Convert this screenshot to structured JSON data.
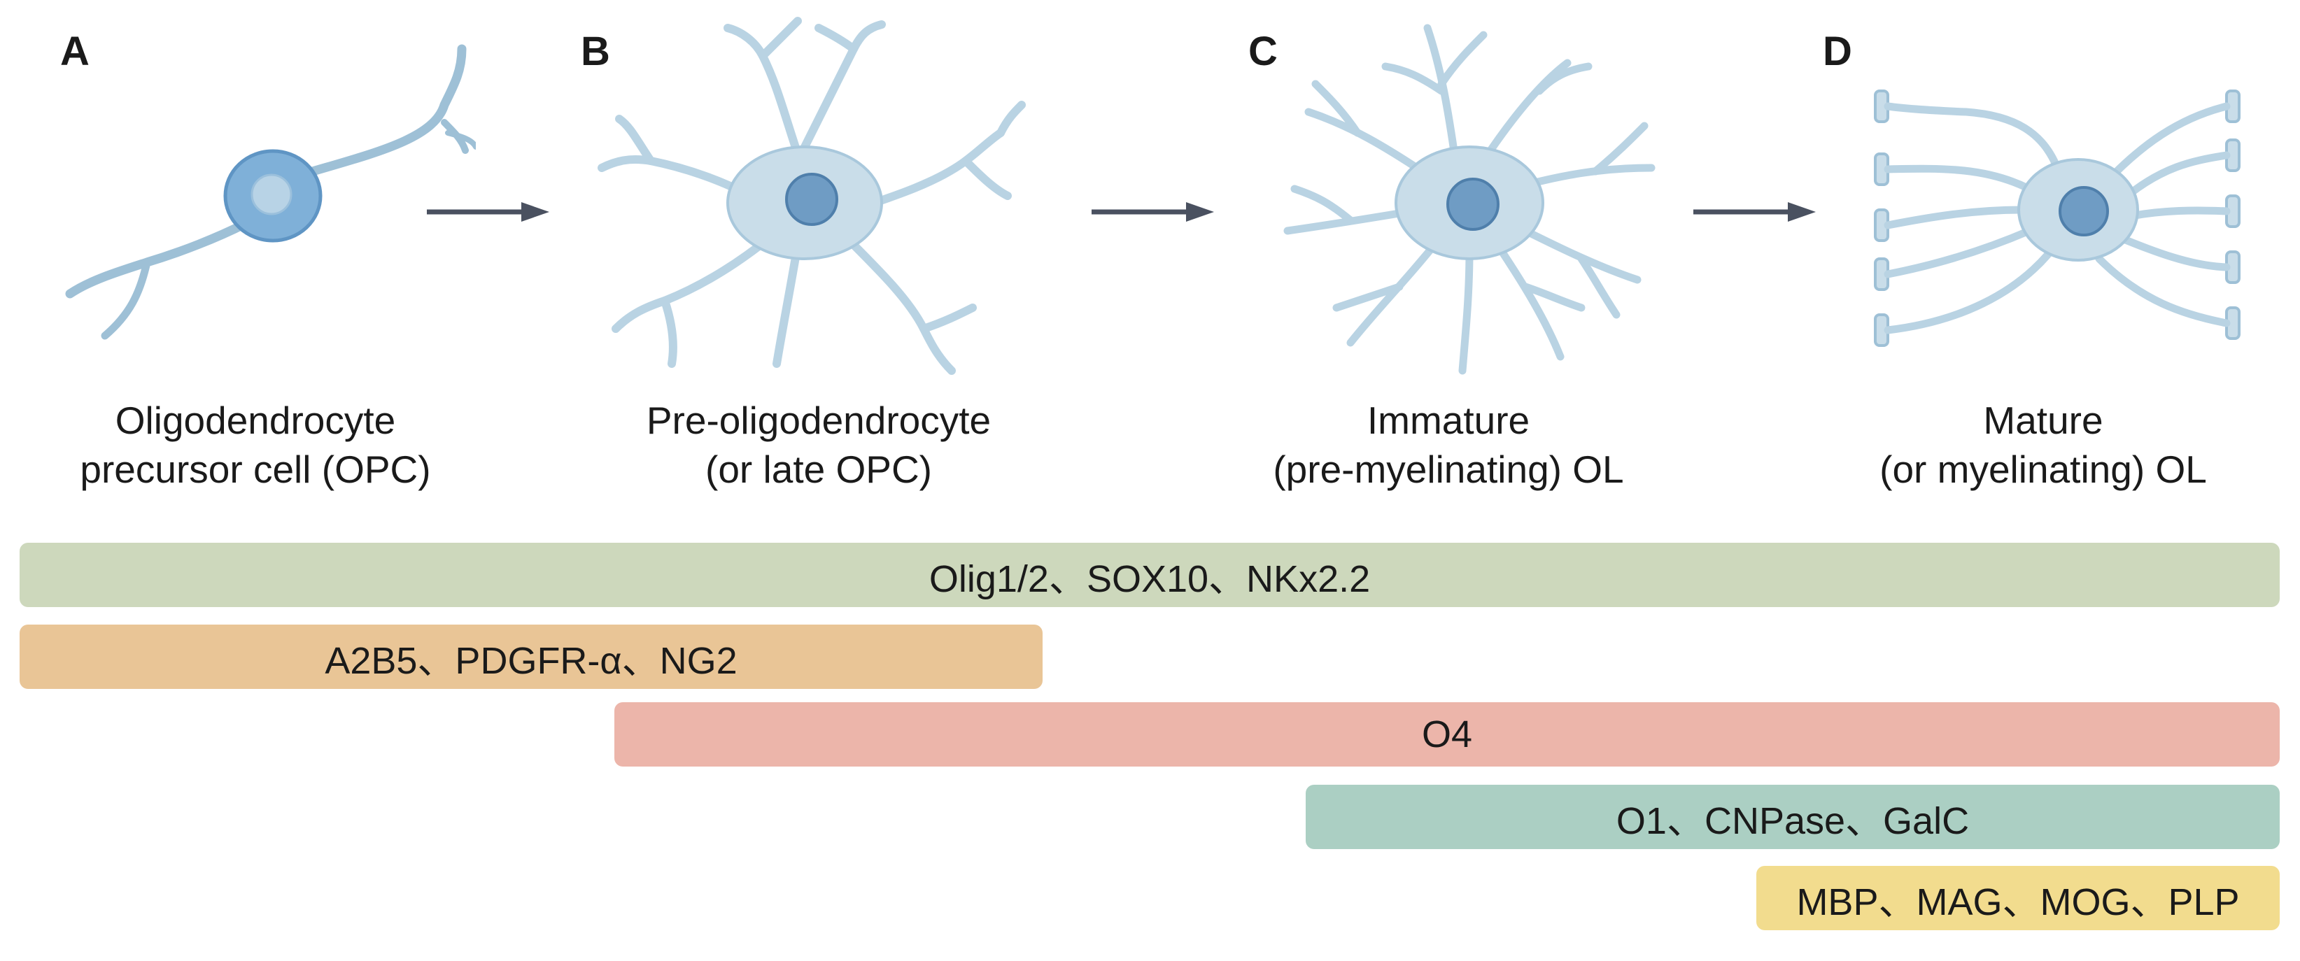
{
  "stages": [
    {
      "letter": "A",
      "line1": "Oligodendrocyte",
      "line2": "precursor cell (OPC)"
    },
    {
      "letter": "B",
      "line1": "Pre-oligodendrocyte",
      "line2": "(or late OPC)"
    },
    {
      "letter": "C",
      "line1": "Immature",
      "line2": "(pre-myelinating) OL"
    },
    {
      "letter": "D",
      "line1": "Mature",
      "line2": "(or myelinating) OL"
    }
  ],
  "markers": [
    {
      "label": "Olig1/2、SOX10、NKx2.2",
      "color": "#cdd8bc"
    },
    {
      "label": "A2B5、PDGFR-α、NG2",
      "color": "#e9c596"
    },
    {
      "label": "O4",
      "color": "#ecb5aa"
    },
    {
      "label": "O1、CNPase、GalC",
      "color": "#abcfc3"
    },
    {
      "label": "MBP、MAG、MOG、PLP",
      "color": "#f2dc8e"
    }
  ],
  "colors": {
    "cell_fill": "#c9dde9",
    "cell_stroke": "#9ec0d6",
    "nucleus": "#6f9cc4",
    "arrow": "#4a5160"
  }
}
